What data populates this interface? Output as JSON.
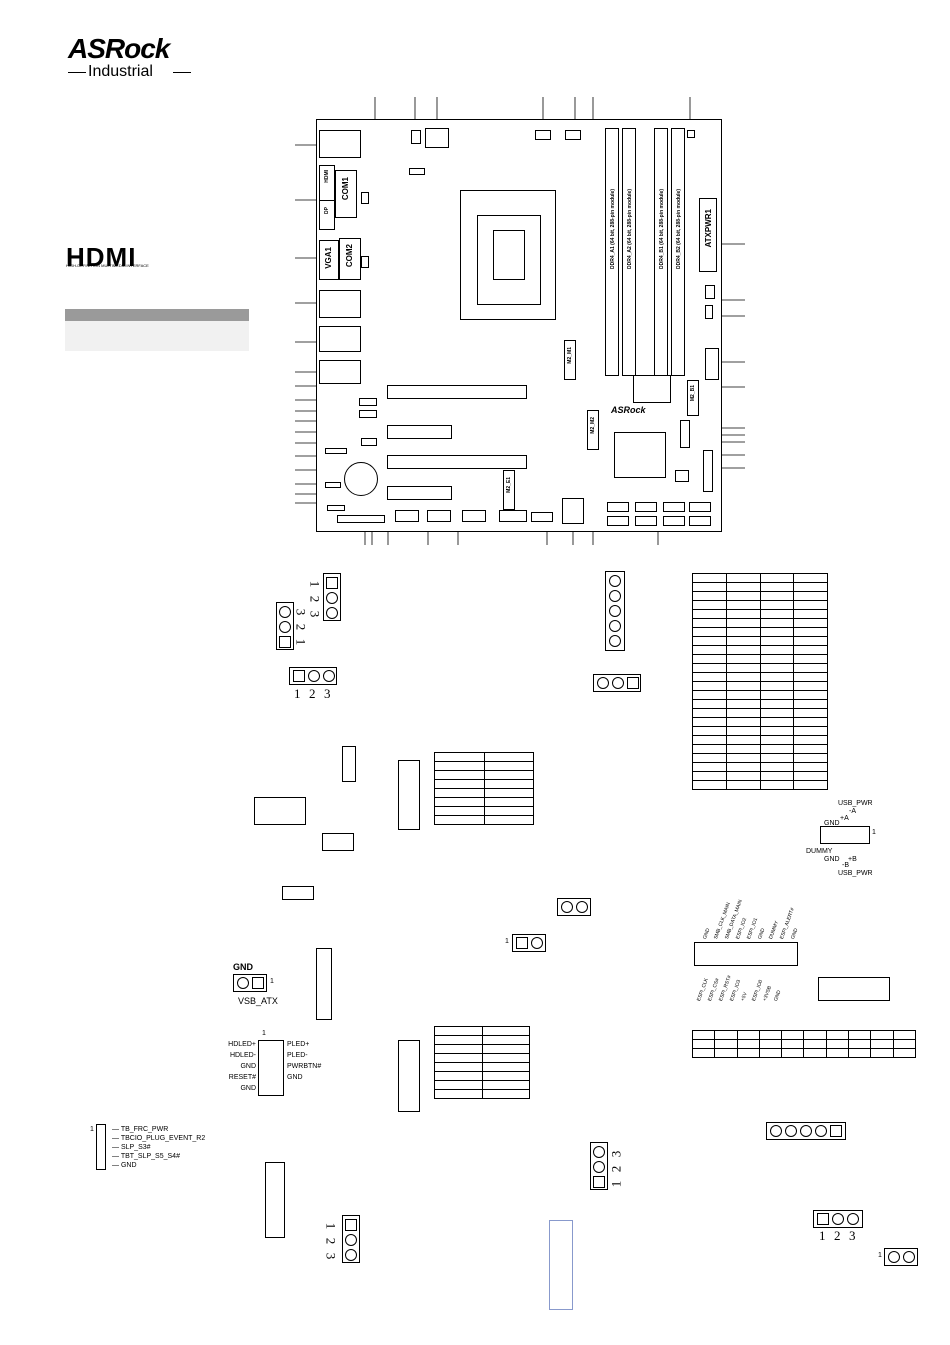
{
  "logo": {
    "brand": "ASRock",
    "sub": "Industrial"
  },
  "hdmi": {
    "mark": "HDMI",
    "tagline": "HIGH-DEFINITION MULTIMEDIA INTERFACE"
  },
  "board": {
    "labels": {
      "com1": "COM1",
      "com2": "COM2",
      "vga1": "VGA1",
      "hdmi": "HDMI",
      "dp": "DP",
      "atxpwr": "ATXPWR1",
      "dimm_a1": "DDR4_A1 (64 bit, 288-pin module)",
      "dimm_a2": "DDR4_A2 (64 bit, 288-pin module)",
      "dimm_b1": "DDR4_B1 (64 bit, 288-pin module)",
      "dimm_b2": "DDR4_B2 (64 bit, 288-pin module)",
      "m2_m1": "M2_M1",
      "m2_m2": "M2_M2",
      "m2_b1": "M2_B1",
      "m2_e1": "M2_E1",
      "board_logo": "ASRock"
    }
  },
  "pins": {
    "one": "1",
    "two": "2",
    "three": "3"
  },
  "usb_header": {
    "top": "USB_PWR",
    "neg_a": "-A",
    "pos_a": "+A",
    "gnd": "GND",
    "dummy": "DUMMY",
    "neg_b": "-B",
    "pos_b": "+B",
    "bottom": "USB_PWR",
    "pin1": "1"
  },
  "espi_header": {
    "top": [
      "GND",
      "SMB_CLK_MAIN",
      "SMB_DATA_MAIN",
      "ESPI_IO2",
      "ESPI_IO1",
      "GND",
      "DUMMY",
      "ESPI_ALERT#",
      "GND"
    ],
    "bottom": [
      "ESPI_CLK",
      "ESPI_CS#",
      "ESPI_RST#",
      "ESPI_IO3",
      "+5V",
      "ESPI_IO0",
      "+3VSB",
      "GND"
    ]
  },
  "vsb": {
    "gnd": "GND",
    "pin1": "1",
    "name": "VSB_ATX"
  },
  "panel": {
    "pin1": "1",
    "left": [
      "HDLED+",
      "HDLED-",
      "GND",
      "RESET#",
      "GND"
    ],
    "right": [
      "PLED+",
      "PLED-",
      "PWRBTN#",
      "GND"
    ]
  },
  "tbt": {
    "pin1": "1",
    "signals": [
      "TB_FRC_PWR",
      "TBCIO_PLUG_EVENT_R2",
      "SLP_S3#",
      "TBT_SLP_S5_S4#",
      "GND"
    ]
  }
}
